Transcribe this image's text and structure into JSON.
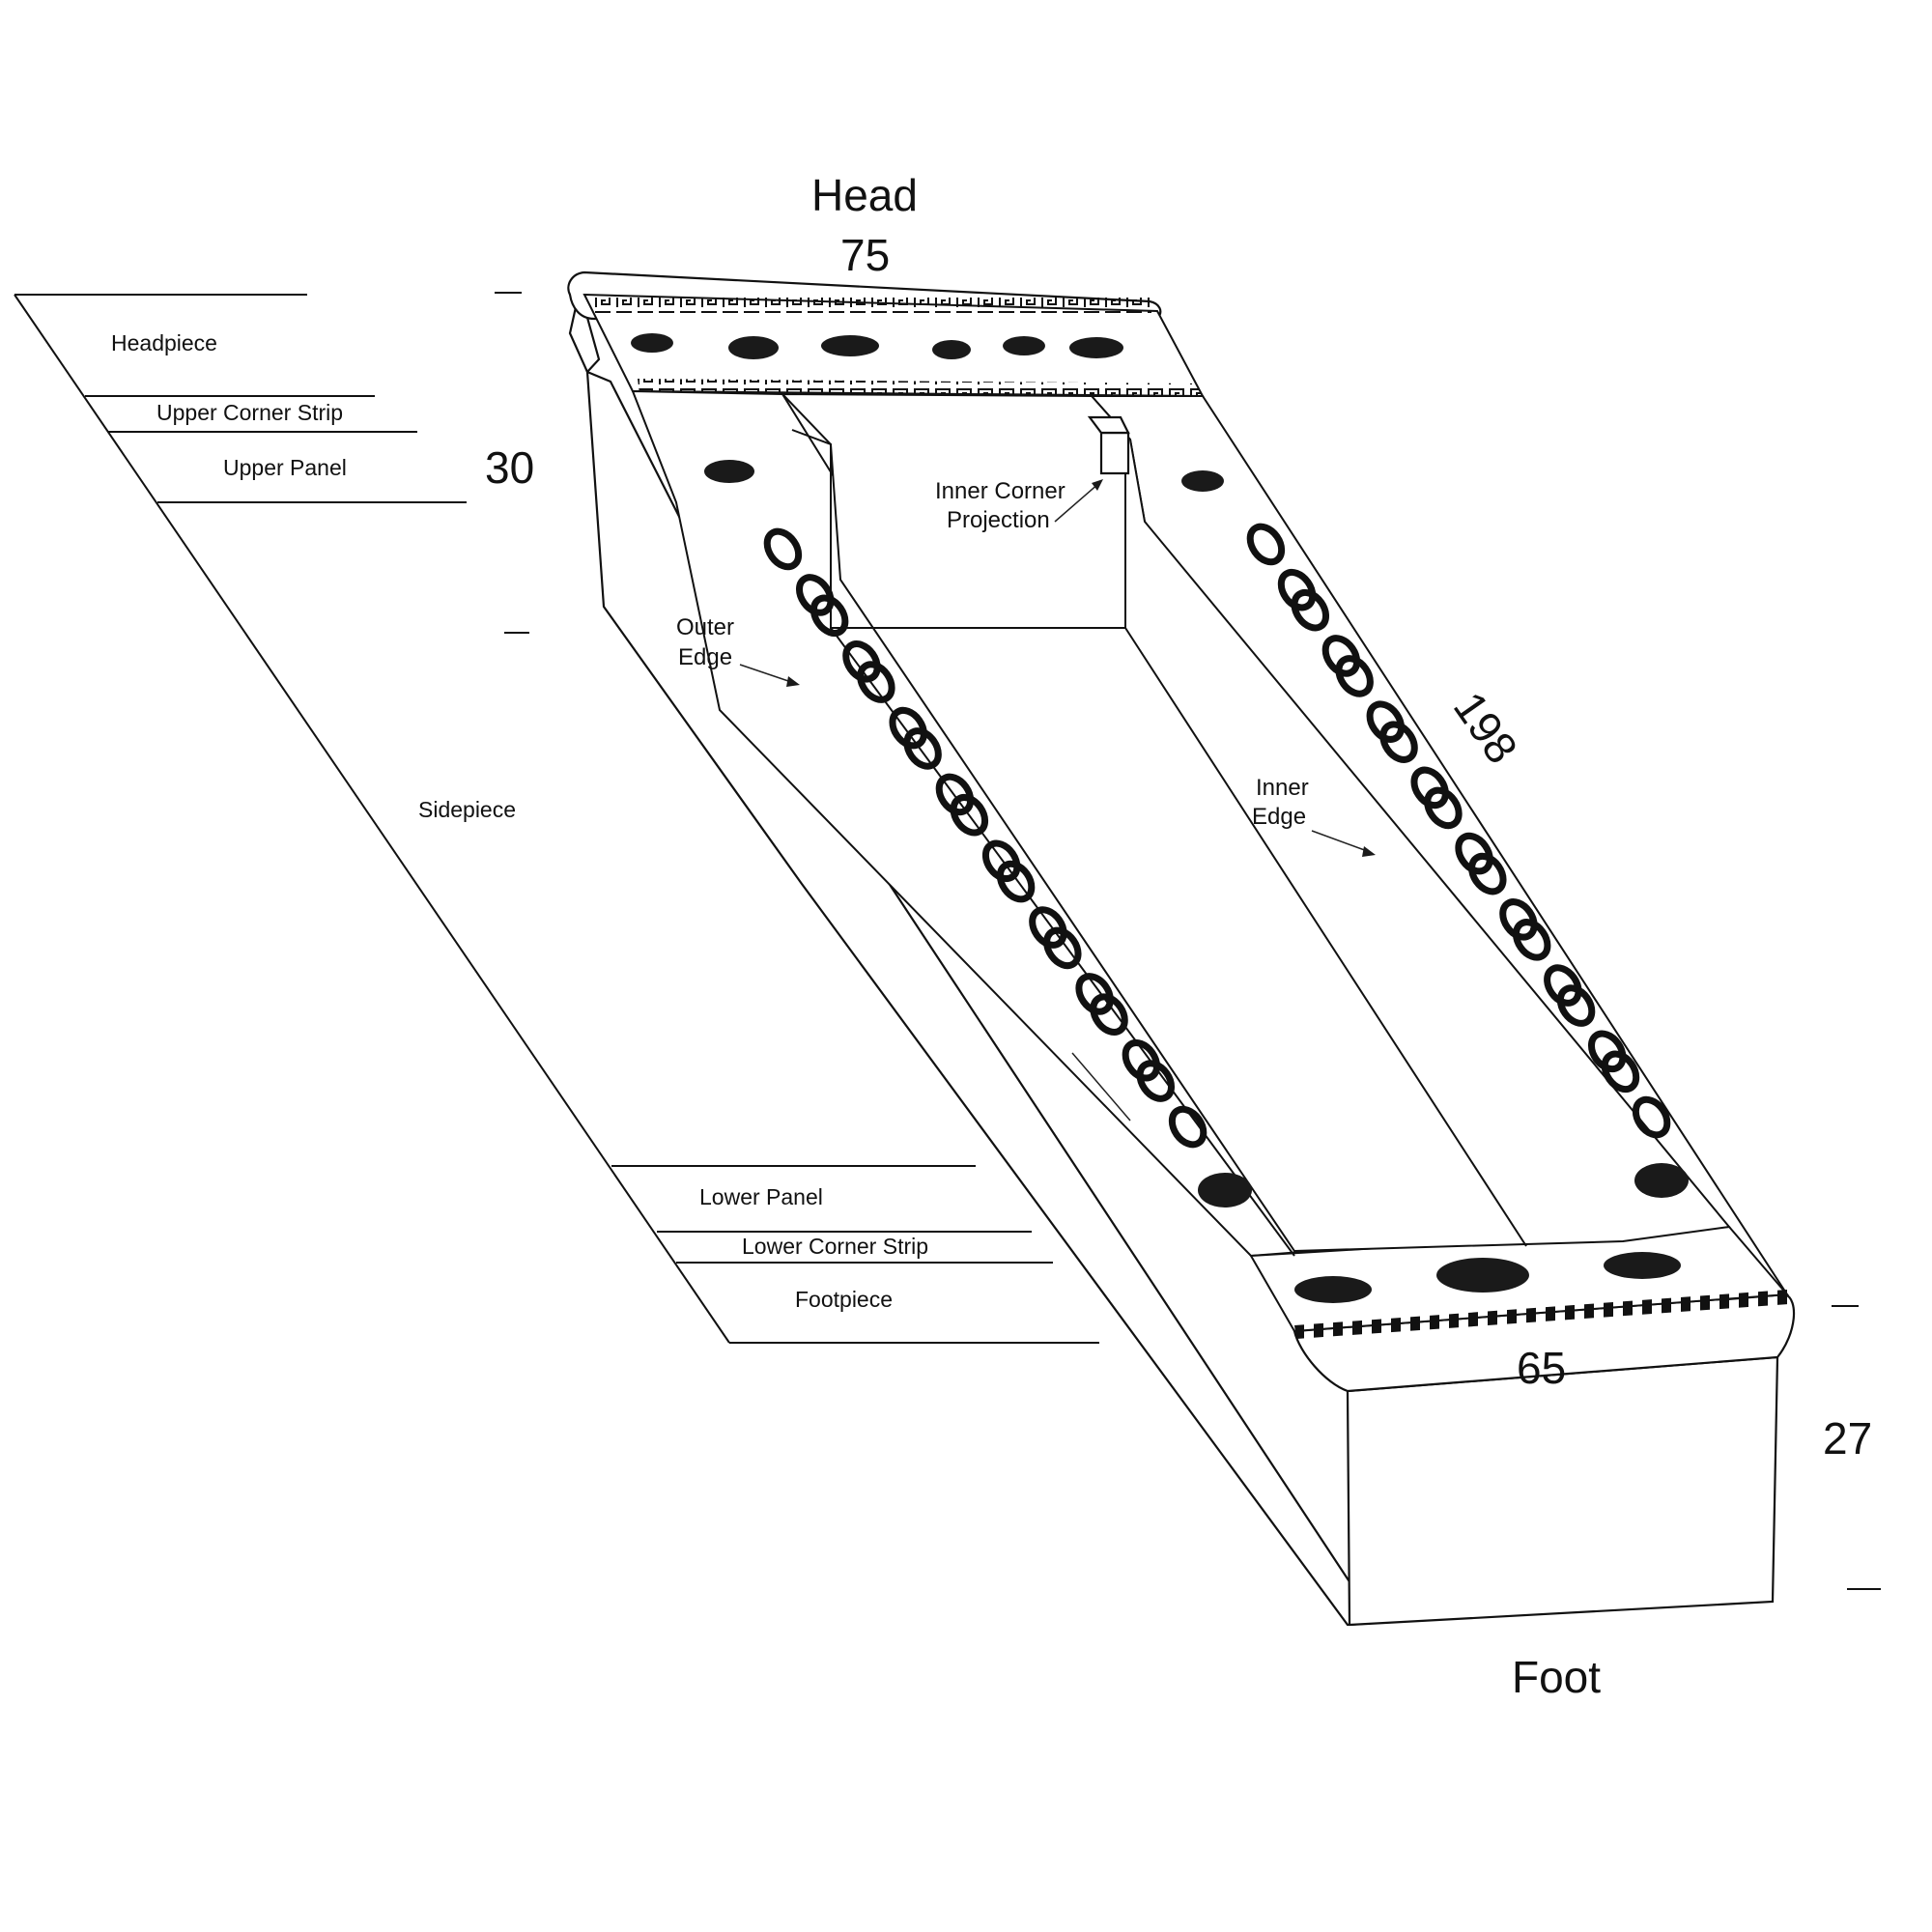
{
  "dimensions": {
    "head_width": "75",
    "height_head": "30",
    "length": "198",
    "foot_width": "65",
    "height_foot": "27"
  },
  "ends": {
    "head": "Head",
    "foot": "Foot"
  },
  "part_labels": {
    "headpiece": "Headpiece",
    "upper_corner_strip": "Upper Corner Strip",
    "upper_panel": "Upper Panel",
    "sidepiece": "Sidepiece",
    "lower_panel": "Lower Panel",
    "lower_corner_strip": "Lower Corner Strip",
    "footpiece": "Footpiece"
  },
  "callouts": {
    "inner_corner_projection_line1": "Inner Corner",
    "inner_corner_projection_line2": "Projection",
    "outer_edge_line1": "Outer",
    "outer_edge_line2": "Edge",
    "inner_edge_line1": "Inner",
    "inner_edge_line2": "Edge"
  }
}
